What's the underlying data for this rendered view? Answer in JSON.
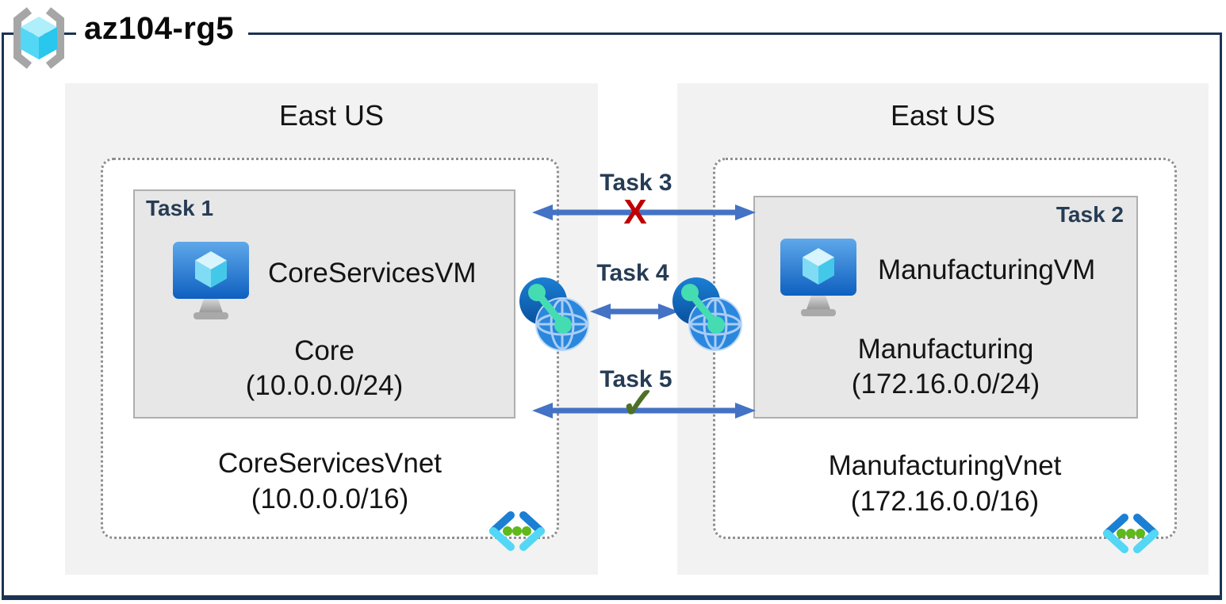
{
  "header": {
    "title": "az104-rg5"
  },
  "regions": [
    {
      "name": "East US",
      "subnet": {
        "task_label": "Task 1",
        "vm_name": "CoreServicesVM",
        "subnet_name": "Core",
        "subnet_cidr": "(10.0.0.0/24)"
      },
      "vnet": {
        "name": "CoreServicesVnet",
        "cidr": "(10.0.0.0/16)"
      }
    },
    {
      "name": "East US",
      "subnet": {
        "task_label": "Task 2",
        "vm_name": "ManufacturingVM",
        "subnet_name": "Manufacturing",
        "subnet_cidr": "(172.16.0.0/24)"
      },
      "vnet": {
        "name": "ManufacturingVnet",
        "cidr": "(172.16.0.0/16)"
      }
    }
  ],
  "connections": [
    {
      "label": "Task 3",
      "marker": "X",
      "status": "blocked"
    },
    {
      "label": "Task 4",
      "marker": "",
      "status": "peering"
    },
    {
      "label": "Task 5",
      "marker": "✓",
      "status": "allowed"
    }
  ],
  "colors": {
    "frame_navy": "#1b3353",
    "task_label_navy": "#263c55",
    "arrow_blue": "#4472c4",
    "blocked_red": "#c00000",
    "allowed_green": "#4e7026",
    "region_bg": "#f2f2f2",
    "subnet_bg": "#e7e7e7",
    "vnet_dot_green": "#5fb81c",
    "icon_cyan": "#53d7f4"
  }
}
